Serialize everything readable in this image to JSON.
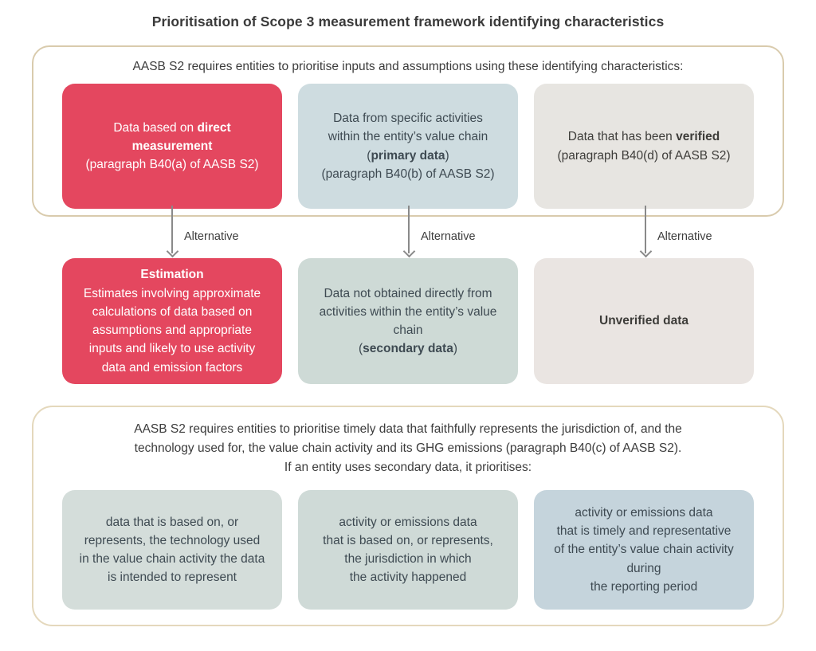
{
  "title": "Prioritisation of Scope 3 measurement framework identifying characteristics",
  "colors": {
    "red_box": "#e4475f",
    "blue_grey_box": "#cedce0",
    "warm_grey_box": "#e7e5e1",
    "teal_grey_box": "#cedad6",
    "pink_grey_box": "#eae5e2",
    "bottom_box_technology": "#d4ddda",
    "bottom_box_jurisdiction": "#cfdad7",
    "bottom_box_timely": "#c5d4dc",
    "panel_border_top": "#d9cbad",
    "panel_border_bottom": "#e4d8bc",
    "arrow": "#8a8a8a"
  },
  "top_section": {
    "heading": "AASB S2 requires entities to prioritise inputs and assumptions using these identifying characteristics:",
    "boxes": [
      {
        "pre": "Data based on ",
        "bold": "direct\nmeasurement",
        "post": "\n(paragraph B40(a) of AASB S2)"
      },
      {
        "pre": "Data from specific activities\nwithin the entity’s value chain\n(",
        "bold": "primary data",
        "post": ")\n(paragraph B40(b) of AASB S2)"
      },
      {
        "pre": "Data that has been ",
        "bold": "verified",
        "post": "\n(paragraph B40(d) of AASB S2)"
      }
    ]
  },
  "arrows": {
    "labels": [
      "Alternative",
      "Alternative",
      "Alternative"
    ]
  },
  "alternative_row": {
    "boxes": [
      {
        "pre": "",
        "bold": "Estimation",
        "post": "\nEstimates involving approximate\ncalculations of data based on\nassumptions and appropriate\ninputs and likely to use activity\ndata and emission factors"
      },
      {
        "pre": "Data not obtained directly from\nactivities within the entity’s value\nchain\n(",
        "bold": "secondary data",
        "post": ")"
      },
      {
        "pre": "",
        "bold": "Unverified data",
        "post": ""
      }
    ]
  },
  "bottom_section": {
    "heading": "AASB S2 requires entities to prioritise timely data that faithfully represents the jurisdiction of, and the\ntechnology used for, the value chain activity and its GHG emissions (paragraph B40(c) of AASB S2).\nIf an entity uses secondary data, it prioritises:",
    "boxes": [
      {
        "text": "data that is based on, or\nrepresents, the technology used\nin the value chain activity the data\nis intended to represent"
      },
      {
        "text": "activity or emissions data\nthat is based on, or represents,\nthe jurisdiction in which\nthe activity happened"
      },
      {
        "text": "activity or emissions data\nthat is timely and representative\nof the entity’s value chain activity\nduring\nthe reporting period"
      }
    ]
  }
}
